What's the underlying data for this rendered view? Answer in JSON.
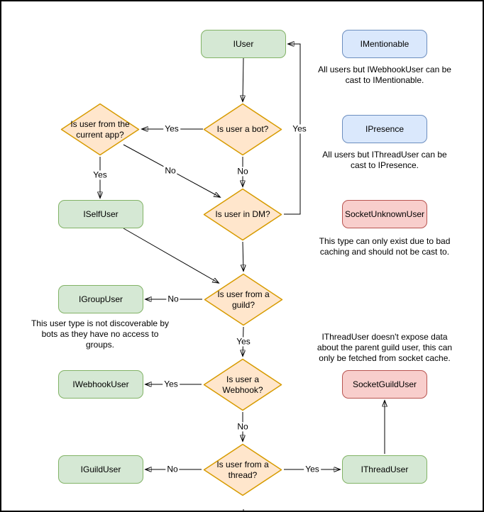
{
  "diagram": {
    "nodes": {
      "iuser": "IUser",
      "imentionable": "IMentionable",
      "ipresence": "IPresence",
      "socket_unknown_user": "SocketUnknownUser",
      "iselfuser": "ISelfUser",
      "igroupuser": "IGroupUser",
      "iwebhookuser": "IWebhookUser",
      "iguilduser": "IGuildUser",
      "ithreaduser": "IThreadUser",
      "socket_guild_user": "SocketGuildUser"
    },
    "decisions": {
      "is_bot": "Is user a bot?",
      "from_current_app": "Is user from the current app?",
      "in_dm": "Is user in DM?",
      "from_guild": "Is user from a guild?",
      "is_webhook": "Is user a Webhook?",
      "from_thread": "Is user from a thread?"
    },
    "edge_labels": {
      "bot_yes": "Yes",
      "bot_no": "No",
      "current_app_yes": "Yes",
      "current_app_no": "No",
      "dm_yes": "Yes",
      "guild_no": "No",
      "guild_yes": "Yes",
      "webhook_yes": "Yes",
      "webhook_no": "No",
      "thread_no": "No",
      "thread_yes": "Yes"
    },
    "notes": {
      "mentionable": "All users but IWebhookUser can be cast to IMentionable.",
      "presence": "All users but IThreadUser can be cast to IPresence.",
      "unknown_user": "This type can only exist due to bad caching and should not be cast to.",
      "group_user": "This user type is not discoverable by bots as they have no access to groups.",
      "thread_user": "IThreadUser doesn't expose data about the parent guild user, this can only be fetched from socket cache."
    },
    "colors": {
      "green_fill": "#d5e8d4",
      "green_stroke": "#82b366",
      "blue_fill": "#dae8fc",
      "blue_stroke": "#6c8ebf",
      "red_fill": "#f8cecc",
      "red_stroke": "#b85450",
      "orange_fill": "#ffe6cc",
      "orange_stroke": "#d79b00",
      "line": "#000000",
      "canvas_border": "#000000"
    }
  }
}
